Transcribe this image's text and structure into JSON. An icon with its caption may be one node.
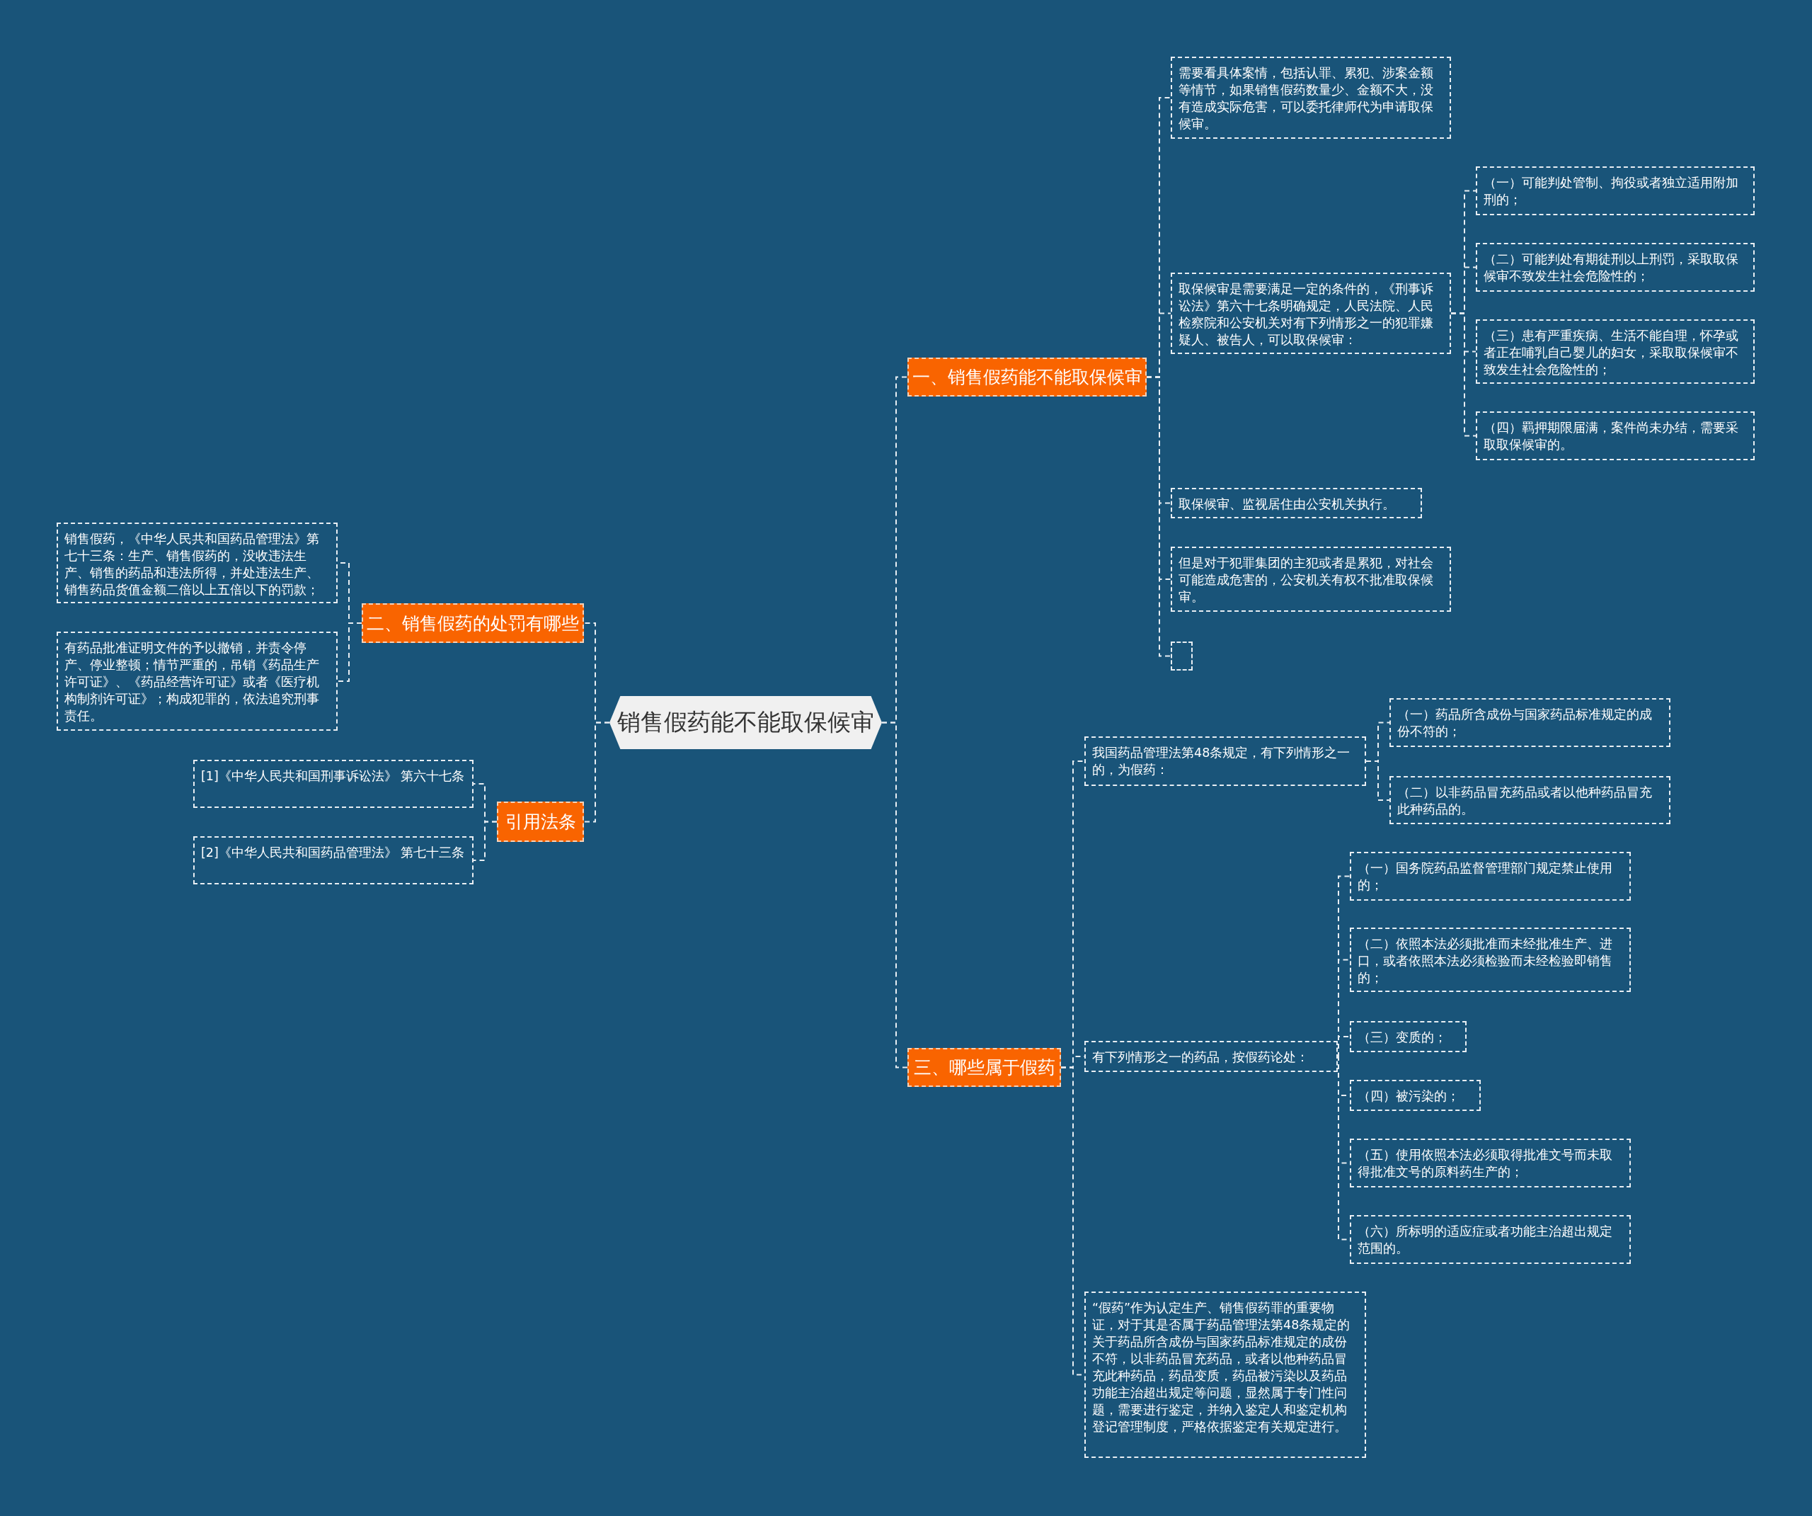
{
  "diagram": {
    "nodes": [
      {
        "text": [
          "销售假药能不能取保候审"
        ]
      },
      {
        "text": [
          "一、销售假药能不能取保候审"
        ]
      },
      {
        "text": [
          "需要看具体案情，包括认罪、累犯、涉案金额等情节，如果销售假药数量少、金额不大，没有造成实际危害，可以委托律师代为申请取保候审。"
        ]
      },
      {
        "text": [
          "取保候审是需要满足一定的条件的，《刑事诉讼法》第六十七条明确规定，人民法院、人民检察院和公安机关对有下列情形之一的犯罪嫌疑人、被告人，可以取保候审："
        ]
      },
      {
        "text": [
          "（一）可能判处管制、拘役或者独立适用附加刑的；"
        ]
      },
      {
        "text": [
          "（二）可能判处有期徒刑以上刑罚，采取取保候审不致发生社会危险性的；"
        ]
      },
      {
        "text": [
          "（三）患有严重疾病、生活不能自理，怀孕或者正在哺乳自己婴儿的妇女，采取取保候审不致发生社会危险性的；"
        ]
      },
      {
        "text": [
          "（四）羁押期限届满，案件尚未办结，需要采取取保候审的。"
        ]
      },
      {
        "text": [
          "取保候审、监视居住由公安机关执行。"
        ]
      },
      {
        "text": [
          "但是对于犯罪集团的主犯或者是累犯，对社会可能造成危害的，公安机关有权不批准取保候审。"
        ]
      },
      {
        "text": [],
        "shape": "box"
      },
      {
        "text": [
          "二、销售假药的处罚有哪些"
        ]
      },
      {
        "text": [
          "销售假药，《中华人民共和国药品管理法》第七十三条：生产、销售假药的，没收违法生产、销售的药品和违法所得，并处违法生产、销售药品货值金额二倍以上五倍以下的罚款；"
        ]
      },
      {
        "text": [
          "有药品批准证明文件的予以撤销，并责令停产、停业整顿；情节严重的，吊销《药品生产许可证》、《药品经营许可证》或者《医疗机构制剂许可证》；构成犯罪的，依法追究刑事责任。"
        ]
      },
      {
        "text": [
          "引用法条"
        ]
      },
      {
        "text": [
          "[1]《中华人民共和国刑事诉讼法》 第六十七条"
        ]
      },
      {
        "text": [
          "[2]《中华人民共和国药品管理法》 第七十三条"
        ]
      },
      {
        "text": [
          "三、哪些属于假药"
        ]
      },
      {
        "text": [
          "我国药品管理法第48条规定，有下列情形之一的，为假药："
        ]
      },
      {
        "text": [
          "（一）药品所含成份与国家药品标准规定的成份不符的；"
        ]
      },
      {
        "text": [
          "（二）以非药品冒充药品或者以他种药品冒充此种药品的。"
        ]
      },
      {
        "text": [
          "有下列情形之一的药品，按假药论处："
        ]
      },
      {
        "text": [
          "（一）国务院药品监督管理部门规定禁止使用的；"
        ]
      },
      {
        "text": [
          "（二）依照本法必须批准而未经批准生产、进口，或者依照本法必须检验而未经检验即销售的；"
        ]
      },
      {
        "text": [
          "（三）变质的；"
        ]
      },
      {
        "text": [
          "（四）被污染的；"
        ]
      },
      {
        "text": [
          "（五）使用依照本法必须取得批准文号而未取得批准文号的原料药生产的；"
        ]
      },
      {
        "text": [
          "（六）所标明的适应症或者功能主治超出规定范围的。"
        ]
      },
      {
        "text": [
          "“假药”作为认定生产、销售假药罪的重要物证，对于其是否属于药品管理法第48条规定的关于药品所含成份与国家药品标准规定的成份不符，以非药品冒充药品，或者以他种药品冒充此种药品，药品变质，药品被污染以及药品功能主治超出规定等问题，显然属于专门性问题，需要进行鉴定，并纳入鉴定人和鉴定机构登记管理制度，严格依据鉴定有关规定进行。"
        ]
      }
    ],
    "edges": [
      {
        "from": 0,
        "to": 1,
        "arrow": "none"
      },
      {
        "from": 0,
        "to": 11,
        "arrow": "none"
      },
      {
        "from": 0,
        "to": 14,
        "arrow": "none"
      },
      {
        "from": 0,
        "to": 17,
        "arrow": "none"
      },
      {
        "from": 1,
        "to": 2,
        "arrow": "none"
      },
      {
        "from": 1,
        "to": 3,
        "arrow": "none"
      },
      {
        "from": 1,
        "to": 8,
        "arrow": "none"
      },
      {
        "from": 1,
        "to": 9,
        "arrow": "none"
      },
      {
        "from": 1,
        "to": 10,
        "arrow": "none"
      },
      {
        "from": 3,
        "to": 4,
        "arrow": "none"
      },
      {
        "from": 3,
        "to": 5,
        "arrow": "none"
      },
      {
        "from": 3,
        "to": 6,
        "arrow": "none"
      },
      {
        "from": 3,
        "to": 7,
        "arrow": "none"
      },
      {
        "from": 11,
        "to": 12,
        "arrow": "none"
      },
      {
        "from": 11,
        "to": 13,
        "arrow": "none"
      },
      {
        "from": 14,
        "to": 15,
        "arrow": "none"
      },
      {
        "from": 14,
        "to": 16,
        "arrow": "none"
      },
      {
        "from": 17,
        "to": 18,
        "arrow": "none"
      },
      {
        "from": 17,
        "to": 21,
        "arrow": "none"
      },
      {
        "from": 17,
        "to": 28,
        "arrow": "none"
      },
      {
        "from": 18,
        "to": 19,
        "arrow": "none"
      },
      {
        "from": 18,
        "to": 20,
        "arrow": "none"
      },
      {
        "from": 21,
        "to": 22,
        "arrow": "none"
      },
      {
        "from": 21,
        "to": 23,
        "arrow": "none"
      },
      {
        "from": 21,
        "to": 24,
        "arrow": "none"
      },
      {
        "from": 21,
        "to": 25,
        "arrow": "none"
      },
      {
        "from": 21,
        "to": 26,
        "arrow": "none"
      },
      {
        "from": 21,
        "to": 27,
        "arrow": "none"
      }
    ]
  }
}
